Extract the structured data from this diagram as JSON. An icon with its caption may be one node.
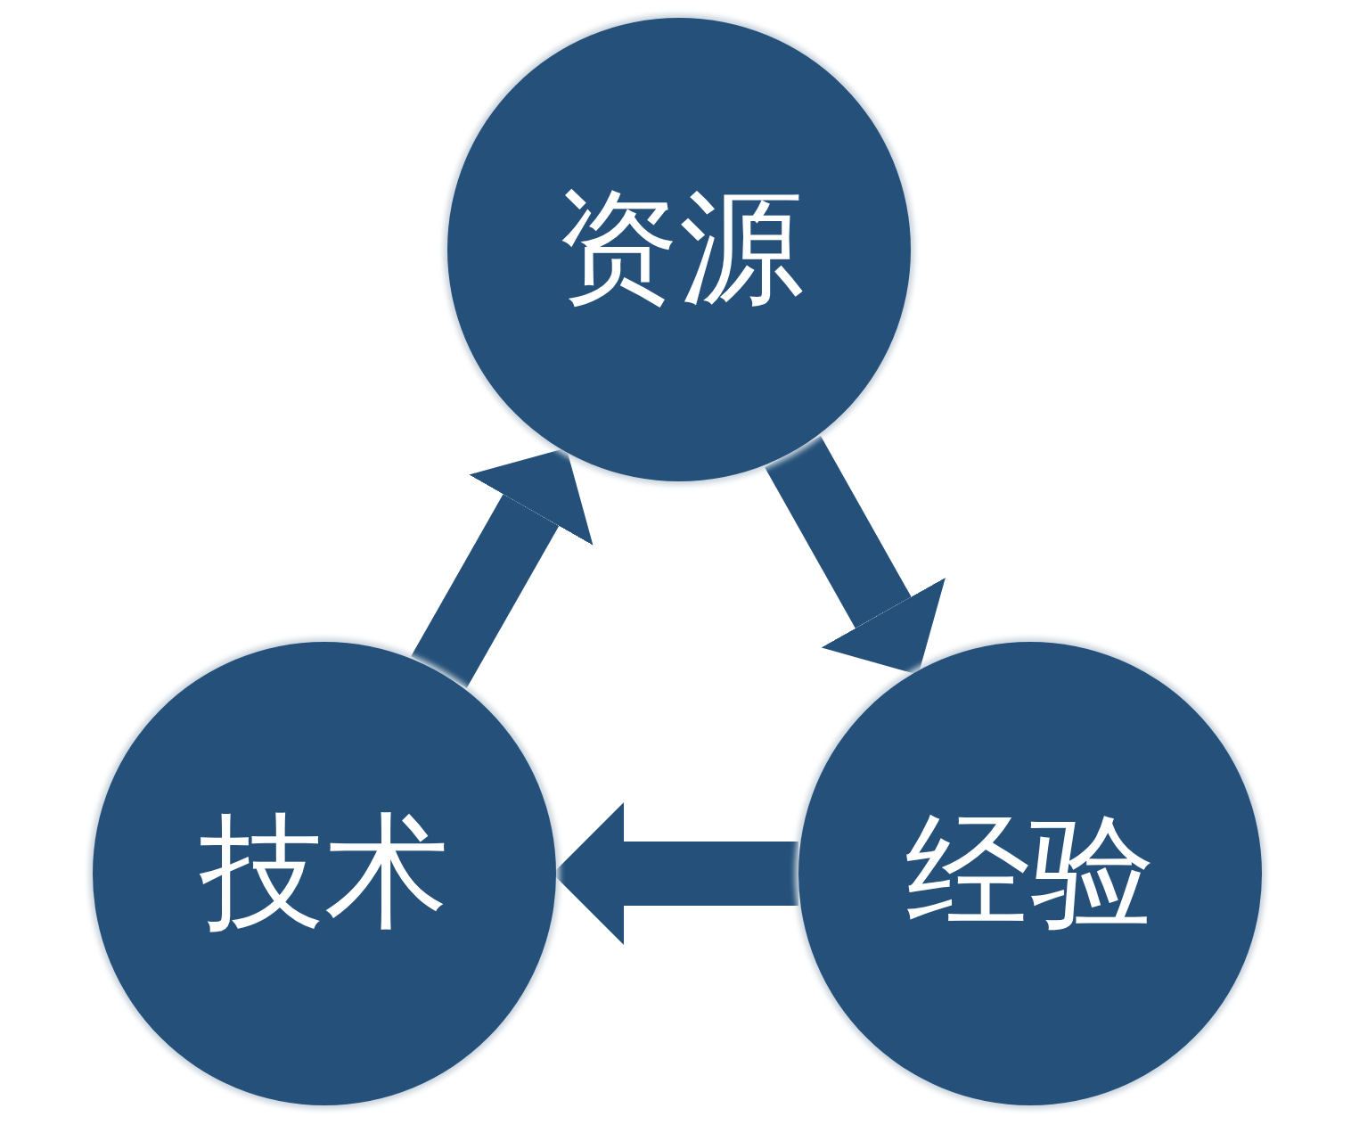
{
  "diagram": {
    "nodes": [
      {
        "text": [
          "资源"
        ]
      },
      {
        "text": [
          "经验"
        ]
      },
      {
        "text": [
          "技术"
        ]
      }
    ],
    "edges": [
      {
        "from": 0,
        "to": 1,
        "arrow": "to"
      },
      {
        "from": 1,
        "to": 2,
        "arrow": "to"
      },
      {
        "from": 2,
        "to": 0,
        "arrow": "to"
      }
    ]
  }
}
